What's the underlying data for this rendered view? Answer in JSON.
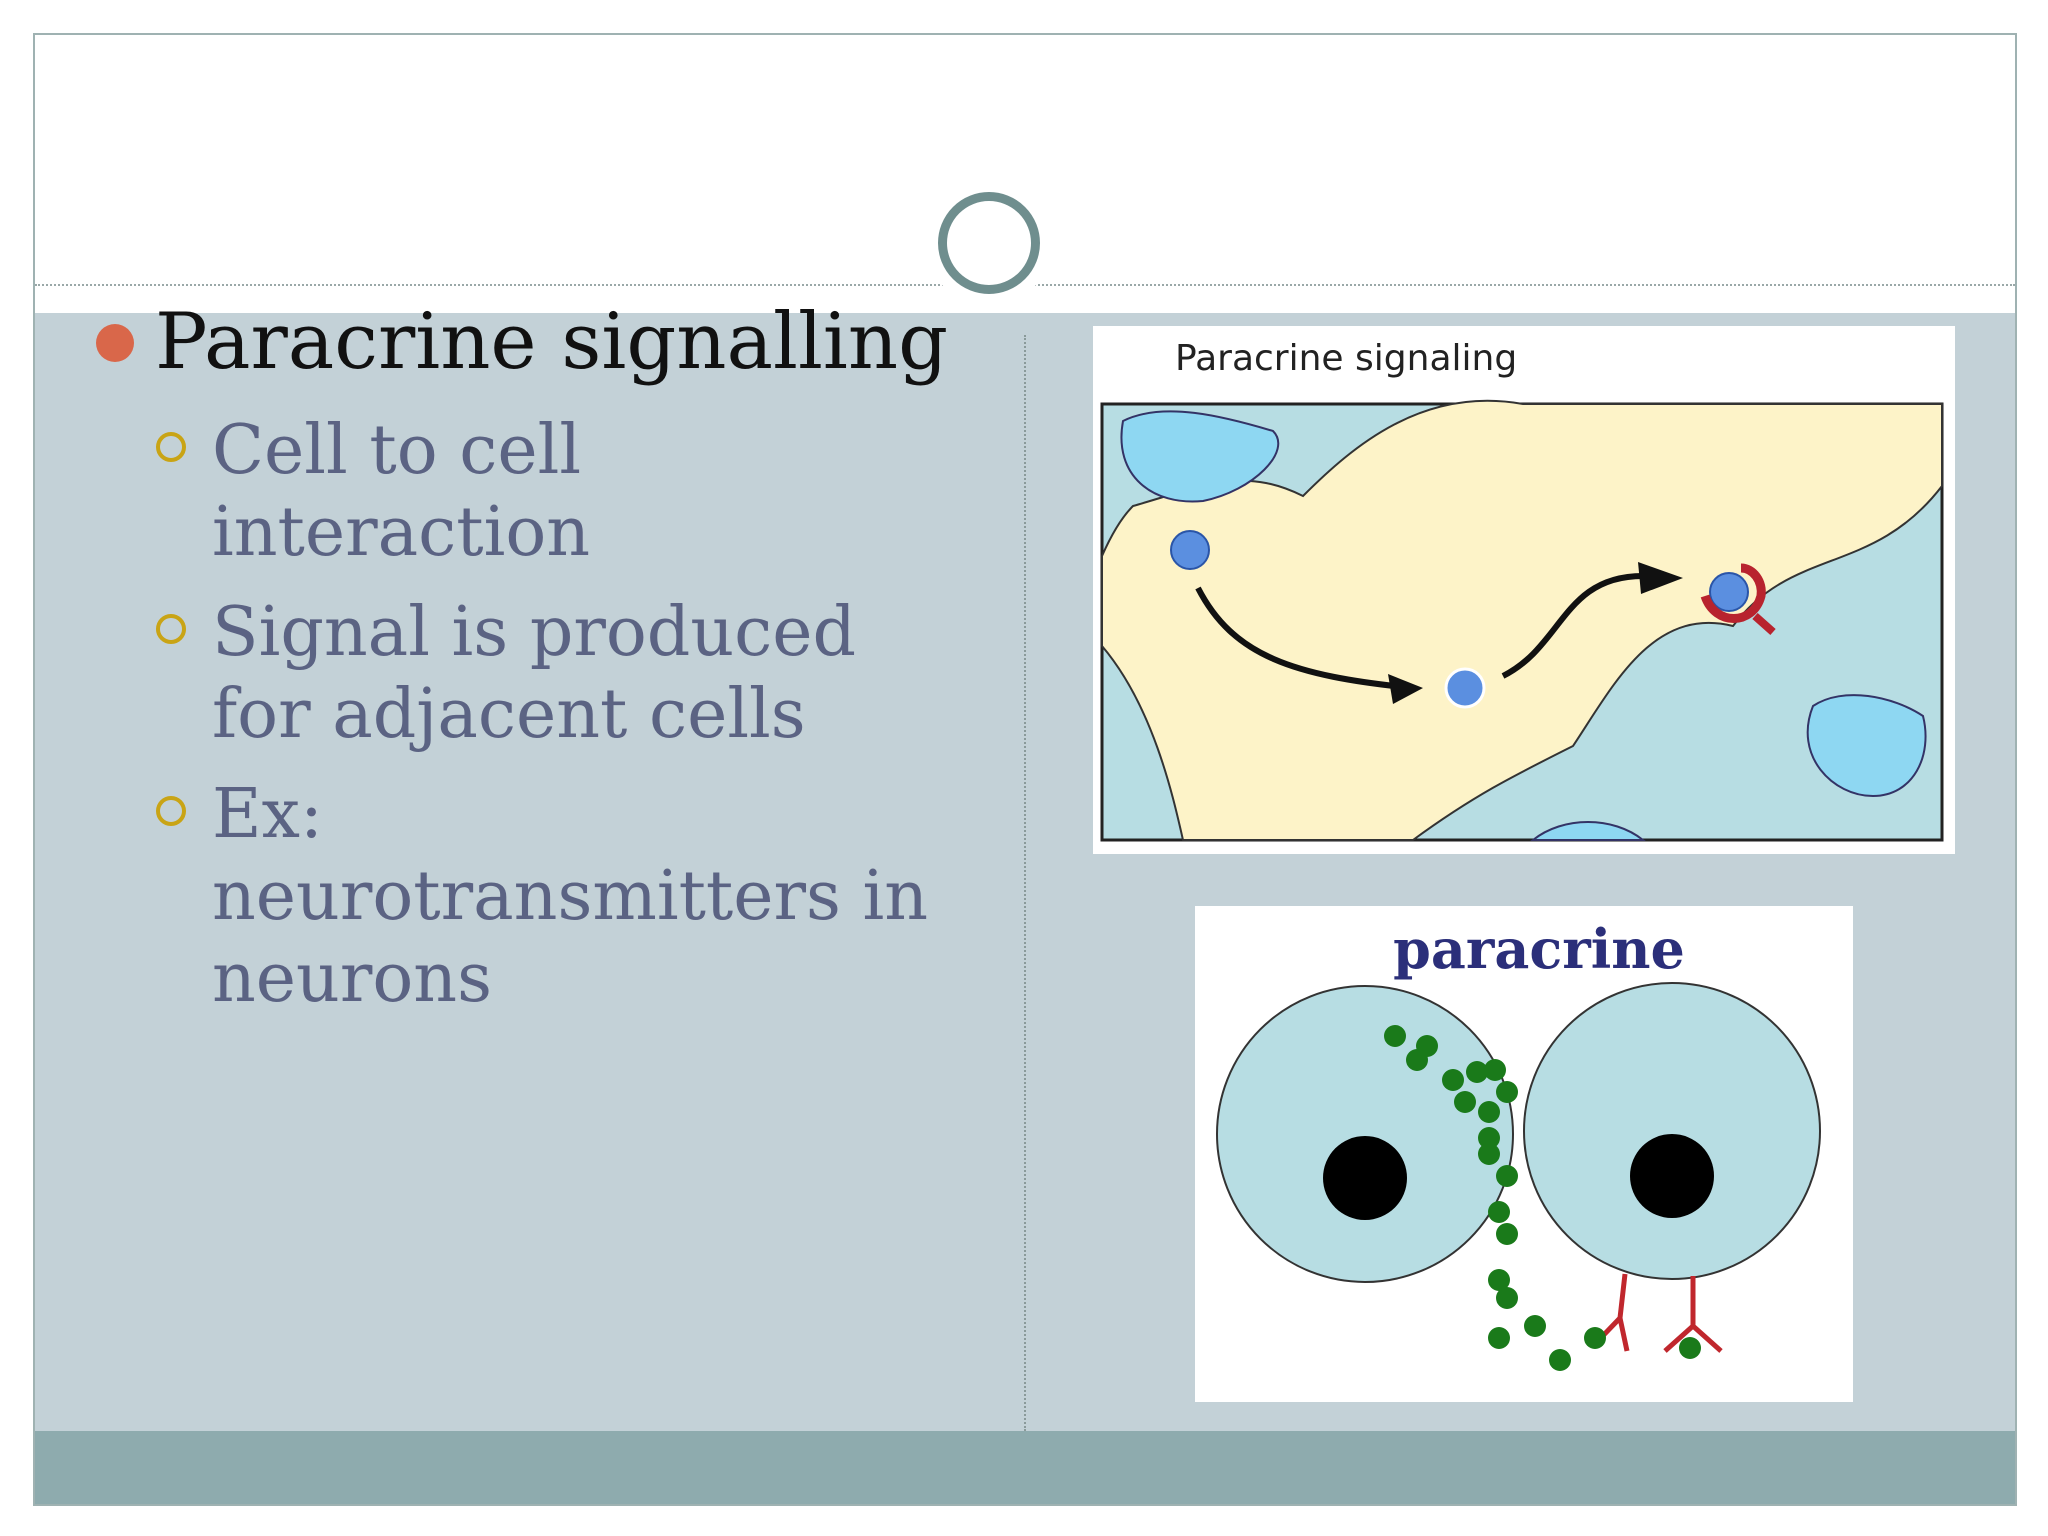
{
  "slide": {
    "bullet_main": "Paracrine signalling",
    "sub_bullets": [
      "Cell to cell interaction",
      "Signal is produced for adjacent cells",
      "Ex: neurotransmitters in neurons"
    ]
  },
  "figure_top": {
    "title": "Paracrine signaling"
  },
  "figure_bottom": {
    "title": "paracrine"
  },
  "colors": {
    "content_bg": "#c3d1d7",
    "footer_bg": "#8eabae",
    "bullet_dot": "#d9674a",
    "sub_bullet_ring": "#c9a415",
    "sub_text": "#5b6383",
    "cell_fill": "#b7dde3",
    "extracellular": "#fdf3c8",
    "signal_dot": "#5b8fe0",
    "receptor": "#b8232e",
    "vesicle": "#1a7a1a"
  }
}
